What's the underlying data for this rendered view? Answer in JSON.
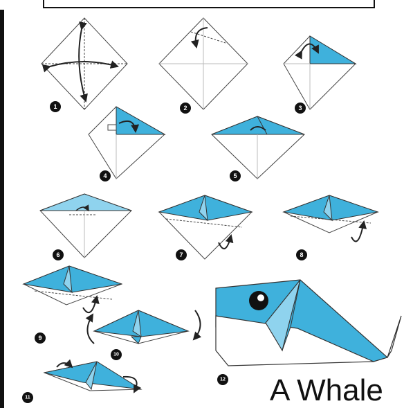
{
  "title": "A Whale",
  "colors": {
    "paper_blue": "#3fb1dc",
    "paper_light_blue": "#8fd3ee",
    "paper_white": "#ffffff",
    "outline": "#333333",
    "number_circle": "#111111"
  },
  "steps": [
    {
      "number": "1"
    },
    {
      "number": "2"
    },
    {
      "number": "3"
    },
    {
      "number": "4"
    },
    {
      "number": "5"
    },
    {
      "number": "6"
    },
    {
      "number": "7"
    },
    {
      "number": "8"
    },
    {
      "number": "9"
    },
    {
      "number": "10"
    },
    {
      "number": "11"
    },
    {
      "number": "12"
    }
  ]
}
